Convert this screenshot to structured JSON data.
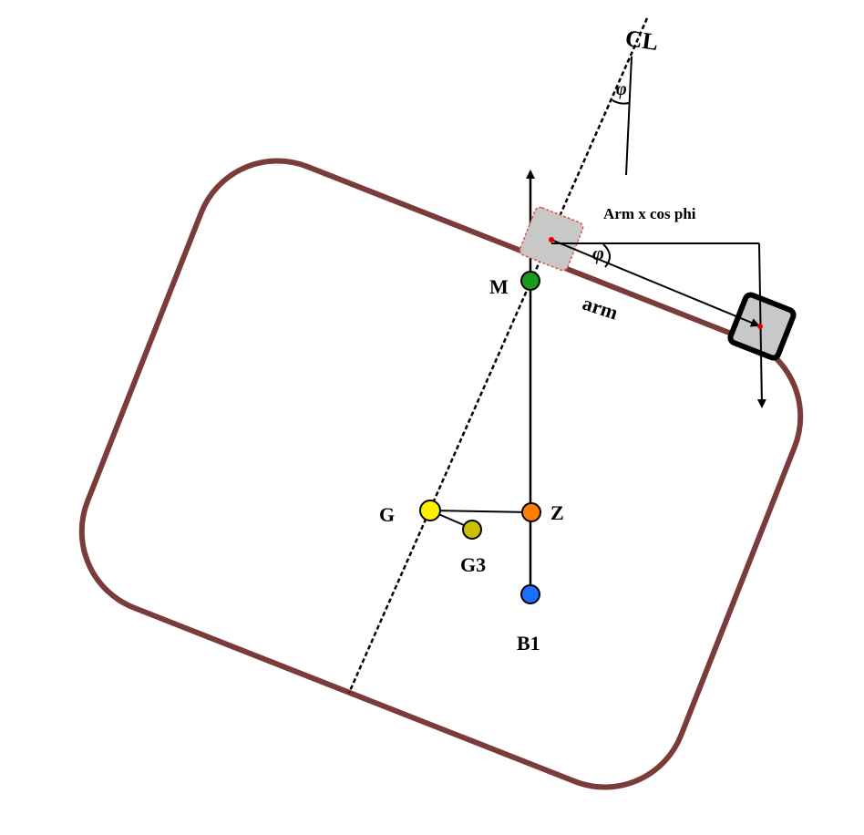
{
  "labels": {
    "cl": "CL",
    "phi_top": "φ",
    "phi_arm": "φ",
    "arm_cos_phi": "Arm x cos phi",
    "arm": "arm",
    "m": "M",
    "g": "G",
    "g3": "G3",
    "z": "Z",
    "b1": "B1"
  },
  "colors": {
    "hull": "#7a3b3b",
    "point_m": "#1a9a1a",
    "point_g": "#ffee00",
    "point_g3": "#c8c000",
    "point_z": "#ff8000",
    "point_b1": "#1a6fff",
    "weight_fill": "#c8c8c8",
    "weight_ghost_border": "#e05050",
    "weight_center": "#e00000"
  }
}
